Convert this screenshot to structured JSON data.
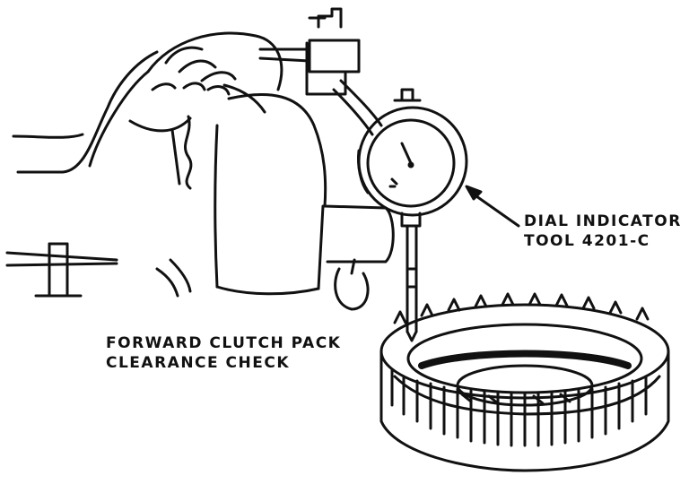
{
  "callout": {
    "line1": "DIAL INDICATOR",
    "line2": "TOOL 4201-C"
  },
  "caption": {
    "line1": "FORWARD CLUTCH PACK",
    "line2": "CLEARANCE CHECK"
  },
  "colors": {
    "ink": "#111111",
    "paper": "#ffffff"
  }
}
